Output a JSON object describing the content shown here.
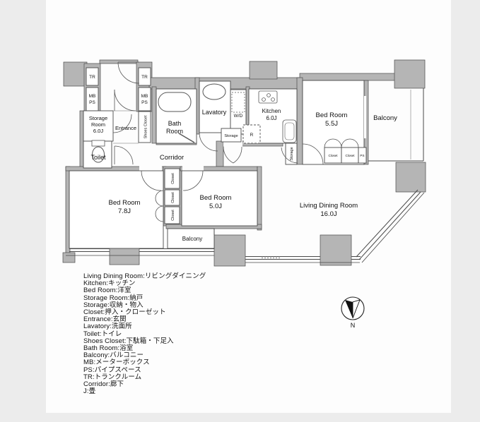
{
  "plan": {
    "labels": {
      "tr": "TR",
      "mb": "MB",
      "ps": "PS",
      "storage_room_line1": "Storage",
      "storage_room_line2": "Room",
      "storage_room_size": "6.0J",
      "entrance": "Entrance",
      "shoes_closet": "Shoes Closet",
      "toilet": "Toilet",
      "bath_line1": "Bath",
      "bath_line2": "Room",
      "lavatory": "Lavatory",
      "wd": "W/D",
      "kitchen": "Kitchen",
      "kitchen_size": "6.0J",
      "storage": "Storage",
      "refrigerator": "R",
      "corridor": "Corridor",
      "bed_room": "Bed Room",
      "bed55_size": "5.5J",
      "bed78_size": "7.8J",
      "bed50_size": "5.0J",
      "living_dining": "Living Dining Room",
      "living_dining_size": "16.0J",
      "closet": "Closet",
      "balcony": "Balcony",
      "compass_n": "N"
    }
  },
  "legend": {
    "items": [
      "Living Dining Room:リビングダイニング",
      "Kitchen:キッチン",
      "Bed Room:洋室",
      "Storage Room:納戸",
      "Storage:収納・物入",
      "Closet:押入・クローゼット",
      "Entrance:玄関",
      "Lavatory:洗面所",
      "Toilet:トイレ",
      "Shoes Closet:下駄箱・下足入",
      "Bath Room:浴室",
      "Balcony:バルコニー",
      "MB:メーターボックス",
      "PS:パイプスペース",
      "TR:トランクルーム",
      "Corridor:廊下",
      "J:畳"
    ]
  },
  "colors": {
    "wall": "#b5b5b5",
    "outline": "#4a4a4a",
    "background": "#ececec",
    "card": "#fdfdfd"
  }
}
